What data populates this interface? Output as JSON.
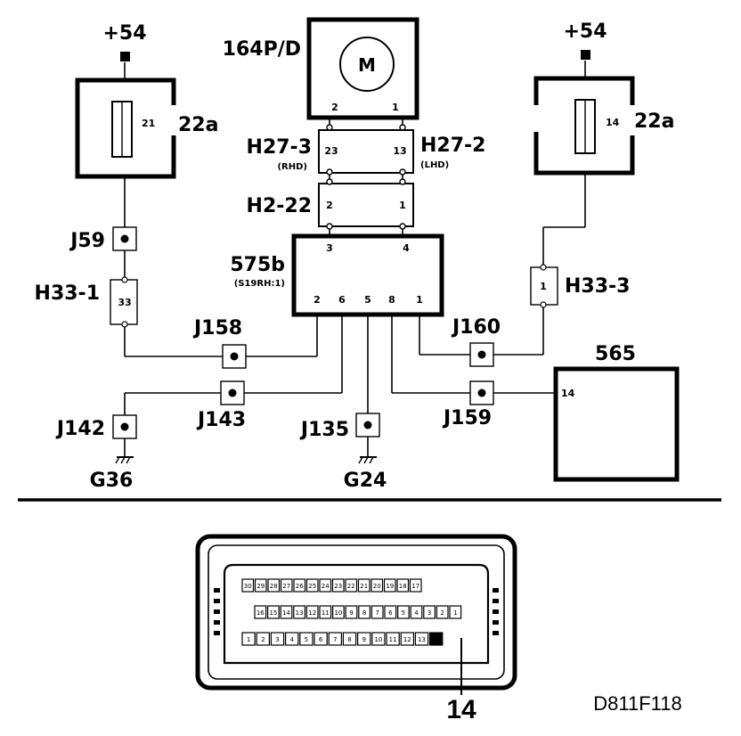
{
  "supply_left": "+54",
  "supply_right": "+54",
  "fuse_left": {
    "box": "22a",
    "number": "21"
  },
  "fuse_right": {
    "box": "22a",
    "number": "14"
  },
  "motor": {
    "id": "164P/D",
    "symbol": "M",
    "pin_left": "2",
    "pin_right": "1"
  },
  "conn_h27_3": {
    "id": "H27-3",
    "note": "(RHD)",
    "pin": "23"
  },
  "conn_h27_2": {
    "id": "H27-2",
    "note": "(LHD)",
    "pin": "13"
  },
  "conn_h2_22": {
    "id": "H2-22",
    "pin_left": "2",
    "pin_right": "1"
  },
  "module_575b": {
    "id": "575b",
    "note": "(S19RH:1)",
    "pin_top_left": "3",
    "pin_top_right": "4",
    "pins_bottom": [
      "2",
      "6",
      "5",
      "8",
      "1"
    ]
  },
  "conn_h33_1": {
    "id": "H33-1",
    "pin": "33"
  },
  "conn_h33_3": {
    "id": "H33-3",
    "pin": "1"
  },
  "joints": {
    "j59": "J59",
    "j158": "J158",
    "j160": "J160",
    "j142": "J142",
    "j143": "J143",
    "j135": "J135",
    "j159": "J159"
  },
  "grounds": {
    "g36": "G36",
    "g24": "G24"
  },
  "unit_565": {
    "id": "565",
    "pin": "14"
  },
  "connector": {
    "row1": [
      "30",
      "29",
      "28",
      "27",
      "26",
      "25",
      "24",
      "23",
      "22",
      "21",
      "20",
      "19",
      "18",
      "17"
    ],
    "row2": [
      "16",
      "15",
      "14",
      "13",
      "12",
      "11",
      "10",
      "9",
      "8",
      "7",
      "6",
      "5",
      "4",
      "3",
      "2",
      "1"
    ],
    "row3": [
      "1",
      "2",
      "3",
      "4",
      "5",
      "6",
      "7",
      "8",
      "9",
      "10",
      "11",
      "12",
      "13",
      "14"
    ],
    "highlight_pin": "14"
  },
  "figure_id": "D811F118"
}
